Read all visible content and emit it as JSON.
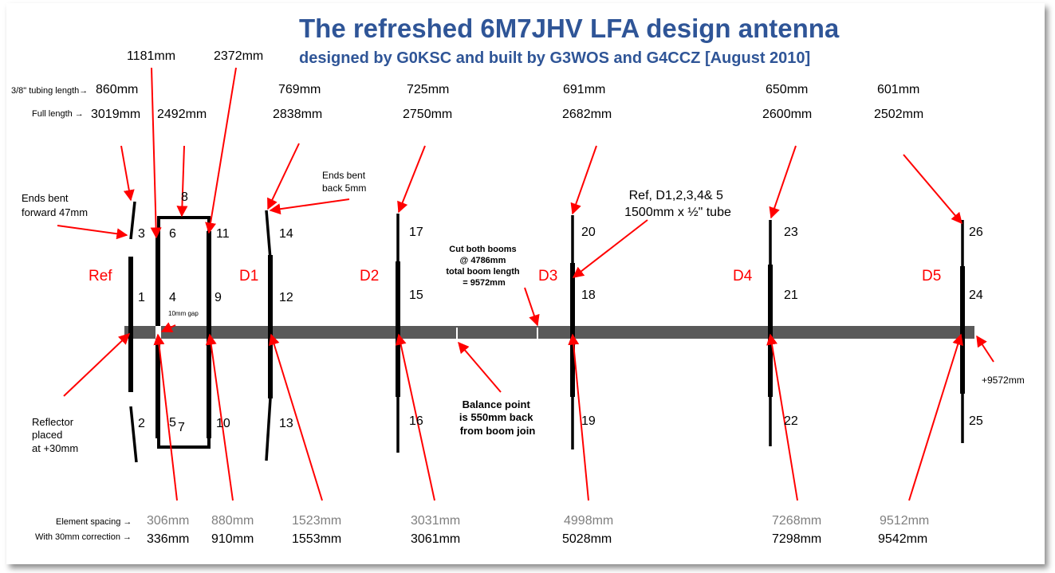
{
  "title": "The refreshed 6M7JHV LFA design antenna",
  "subtitle": "designed by G0KSC and built by G3WOS and G4CCZ [August 2010]",
  "row_labels": {
    "tubing": "3/8\" tubing length→",
    "full": "Full length →",
    "spacing": "Element spacing →",
    "corrected": "With 30mm correction →"
  },
  "elements": [
    {
      "label": "Ref",
      "tubing": "860mm",
      "full": "3019mm",
      "spacing": "",
      "corrected": "",
      "segments": [
        "3",
        "1",
        "2"
      ]
    },
    {
      "label": "",
      "tubing": "",
      "full": "2492mm",
      "spacing": "306mm",
      "corrected": "336mm",
      "segments": [
        "6",
        "4",
        "5",
        "8",
        "7"
      ]
    },
    {
      "label": "",
      "tubing": "",
      "full": "",
      "spacing": "880mm",
      "corrected": "910mm",
      "segments": [
        "11",
        "9",
        "10"
      ]
    },
    {
      "label": "D1",
      "tubing": "769mm",
      "full": "2838mm",
      "spacing": "1523mm",
      "corrected": "1553mm",
      "segments": [
        "14",
        "12",
        "13"
      ]
    },
    {
      "label": "D2",
      "tubing": "725mm",
      "full": "2750mm",
      "spacing": "3031mm",
      "corrected": "3061mm",
      "segments": [
        "17",
        "15",
        "16"
      ]
    },
    {
      "label": "D3",
      "tubing": "691mm",
      "full": "2682mm",
      "spacing": "4998mm",
      "corrected": "5028mm",
      "segments": [
        "20",
        "18",
        "19"
      ]
    },
    {
      "label": "D4",
      "tubing": "650mm",
      "full": "2600mm",
      "spacing": "7268mm",
      "corrected": "7298mm",
      "segments": [
        "23",
        "21",
        "22"
      ]
    },
    {
      "label": "D5",
      "tubing": "601mm",
      "full": "2502mm",
      "spacing": "9512mm",
      "corrected": "9542mm",
      "segments": [
        "26",
        "24",
        "25"
      ]
    }
  ],
  "loop_labels": {
    "left": "1181mm",
    "right": "2372mm"
  },
  "notes": {
    "ends_forward": [
      "Ends bent",
      "forward 47mm"
    ],
    "ends_back": [
      "Ends bent",
      "back 5mm"
    ],
    "reflector": [
      "Reflector",
      "placed",
      "at +30mm"
    ],
    "gap": "10mm gap",
    "booms": [
      "Cut both booms",
      "@ 4786mm",
      "total boom length",
      "= 9572mm"
    ],
    "balance": [
      "Balance point",
      "is 550mm back",
      "from boom join"
    ],
    "tube": [
      "Ref, D1,2,3,4& 5",
      "1500mm x ½\" tube"
    ],
    "boom_end": "+9572mm"
  },
  "colors": {
    "title": "#2f5597",
    "arrow": "#ff0000",
    "boom": "#595959",
    "element": "#000000",
    "spacing_text": "#7f7f7f"
  }
}
